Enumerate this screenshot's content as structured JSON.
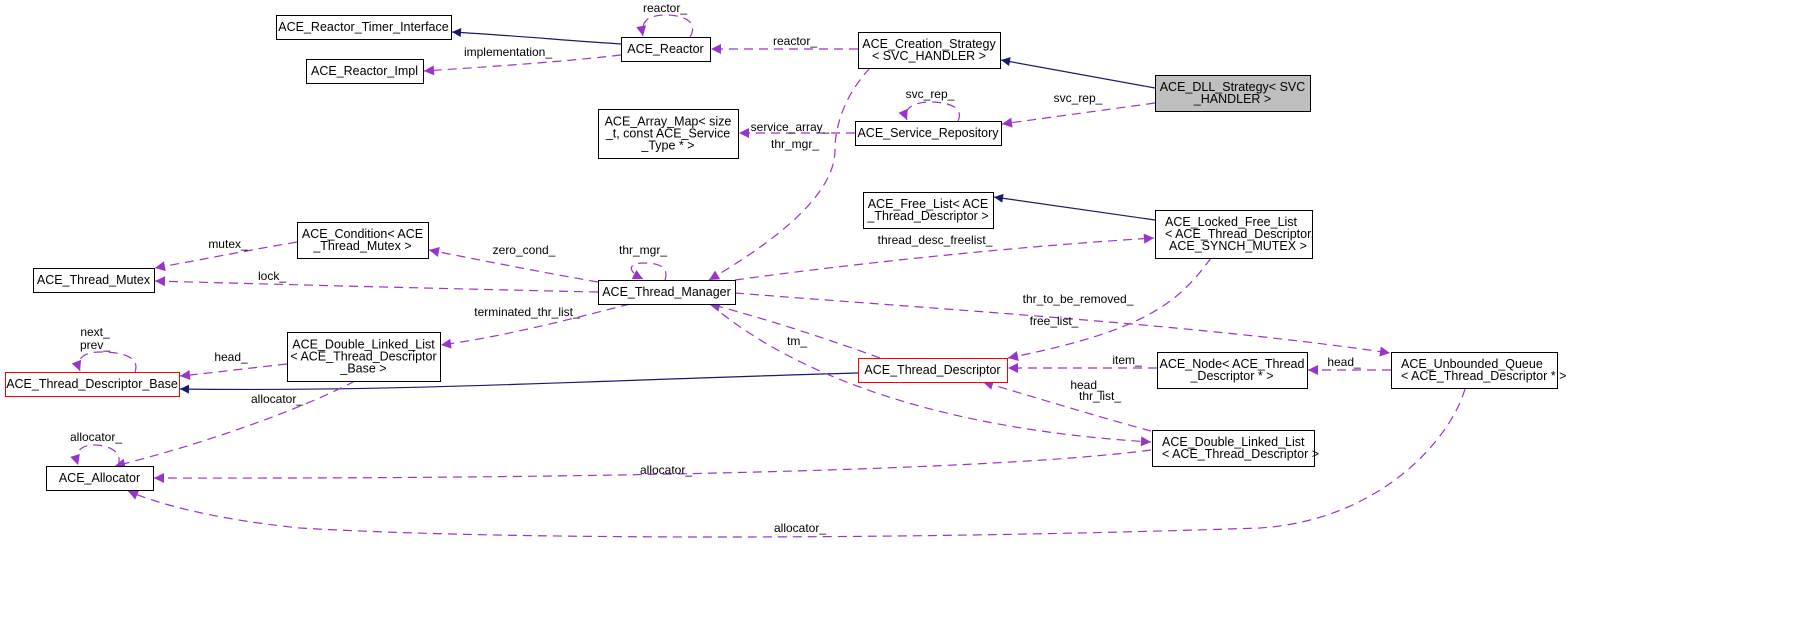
{
  "diagram": {
    "type": "collaboration-graph",
    "colors": {
      "inheritance_edge": "#191970",
      "usage_edge": "#9a32cd",
      "node_border": "#000000",
      "truncated_node_border": "#ff0000",
      "focus_node_fill": "#bfbfbf"
    },
    "nodes": [
      {
        "id": "timer_iface",
        "lines": [
          "ACE_Reactor_Timer_Interface"
        ]
      },
      {
        "id": "reactor_impl",
        "lines": [
          "ACE_Reactor_Impl"
        ]
      },
      {
        "id": "reactor",
        "lines": [
          "ACE_Reactor"
        ]
      },
      {
        "id": "creation_strategy",
        "lines": [
          "ACE_Creation_Strategy",
          "< SVC_HANDLER >"
        ]
      },
      {
        "id": "dll_strategy",
        "lines": [
          "ACE_DLL_Strategy< SVC",
          "_HANDLER >"
        ],
        "focus": true
      },
      {
        "id": "array_map",
        "lines": [
          "ACE_Array_Map< size",
          "_t, const ACE_Service",
          "_Type * >"
        ]
      },
      {
        "id": "service_repo",
        "lines": [
          "ACE_Service_Repository"
        ]
      },
      {
        "id": "free_list",
        "lines": [
          "ACE_Free_List< ACE",
          "_Thread_Descriptor >"
        ]
      },
      {
        "id": "locked_free_list",
        "lines": [
          "ACE_Locked_Free_List",
          "< ACE_Thread_Descriptor,",
          "ACE_SYNCH_MUTEX >"
        ]
      },
      {
        "id": "condition",
        "lines": [
          "ACE_Condition< ACE",
          "_Thread_Mutex >"
        ]
      },
      {
        "id": "thread_mutex",
        "lines": [
          "ACE_Thread_Mutex"
        ]
      },
      {
        "id": "thread_manager",
        "lines": [
          "ACE_Thread_Manager"
        ]
      },
      {
        "id": "dll_base",
        "lines": [
          "ACE_Double_Linked_List",
          "< ACE_Thread_Descriptor",
          "_Base >"
        ]
      },
      {
        "id": "td_base",
        "lines": [
          "ACE_Thread_Descriptor_Base"
        ],
        "truncated": true
      },
      {
        "id": "thread_descriptor",
        "lines": [
          "ACE_Thread_Descriptor"
        ],
        "truncated": true
      },
      {
        "id": "node_td",
        "lines": [
          "ACE_Node< ACE_Thread",
          "_Descriptor * >"
        ]
      },
      {
        "id": "unbounded_queue",
        "lines": [
          "ACE_Unbounded_Queue",
          "< ACE_Thread_Descriptor * >"
        ]
      },
      {
        "id": "dll_td",
        "lines": [
          "ACE_Double_Linked_List",
          "< ACE_Thread_Descriptor >"
        ]
      },
      {
        "id": "allocator",
        "lines": [
          "ACE_Allocator"
        ]
      }
    ],
    "edges": [
      {
        "from": "reactor",
        "to": "timer_iface",
        "kind": "inherit",
        "label": ""
      },
      {
        "from": "reactor",
        "to": "reactor_impl",
        "kind": "usage",
        "label": "implementation_"
      },
      {
        "from": "reactor",
        "to": "reactor",
        "kind": "usage",
        "label": "reactor_"
      },
      {
        "from": "creation_strategy",
        "to": "reactor",
        "kind": "usage",
        "label": "reactor_"
      },
      {
        "from": "dll_strategy",
        "to": "creation_strategy",
        "kind": "inherit",
        "label": ""
      },
      {
        "from": "dll_strategy",
        "to": "service_repo",
        "kind": "usage",
        "label": "svc_rep_"
      },
      {
        "from": "service_repo",
        "to": "service_repo",
        "kind": "usage",
        "label": "svc_rep_"
      },
      {
        "from": "service_repo",
        "to": "array_map",
        "kind": "usage",
        "label": "service_array_"
      },
      {
        "from": "creation_strategy",
        "to": "thread_manager",
        "kind": "usage",
        "label": "thr_mgr_"
      },
      {
        "from": "locked_free_list",
        "to": "free_list",
        "kind": "inherit",
        "label": ""
      },
      {
        "from": "thread_manager",
        "to": "locked_free_list",
        "kind": "usage",
        "label": "thread_desc_freelist_"
      },
      {
        "from": "condition",
        "to": "thread_mutex",
        "kind": "usage",
        "label": "mutex_"
      },
      {
        "from": "thread_manager",
        "to": "condition",
        "kind": "usage",
        "label": "zero_cond_"
      },
      {
        "from": "thread_manager",
        "to": "thread_mutex",
        "kind": "usage",
        "label": "lock_"
      },
      {
        "from": "thread_manager",
        "to": "thread_manager",
        "kind": "usage",
        "label": "thr_mgr_"
      },
      {
        "from": "thread_manager",
        "to": "dll_base",
        "kind": "usage",
        "label": "terminated_thr_list_"
      },
      {
        "from": "thread_manager",
        "to": "unbounded_queue",
        "kind": "usage",
        "label": "thr_to_be_removed_"
      },
      {
        "from": "locked_free_list",
        "to": "thread_descriptor",
        "kind": "usage",
        "label": "free_list_"
      },
      {
        "from": "thread_descriptor",
        "to": "thread_manager",
        "kind": "usage",
        "label": "tm_"
      },
      {
        "from": "dll_base",
        "to": "td_base",
        "kind": "usage",
        "label": "head_"
      },
      {
        "from": "td_base",
        "to": "td_base",
        "kind": "usage",
        "label": "next_\nprev_"
      },
      {
        "from": "thread_descriptor",
        "to": "td_base",
        "kind": "inherit",
        "label": ""
      },
      {
        "from": "node_td",
        "to": "thread_descriptor",
        "kind": "usage",
        "label": "item_"
      },
      {
        "from": "unbounded_queue",
        "to": "node_td",
        "kind": "usage",
        "label": "head_"
      },
      {
        "from": "dll_base",
        "to": "allocator",
        "kind": "usage",
        "label": "allocator_"
      },
      {
        "from": "allocator",
        "to": "allocator",
        "kind": "usage",
        "label": "allocator_"
      },
      {
        "from": "thread_manager",
        "to": "dll_td",
        "kind": "usage",
        "label": "thr_list_"
      },
      {
        "from": "dll_td",
        "to": "thread_descriptor",
        "kind": "usage",
        "label": "head_"
      },
      {
        "from": "dll_td",
        "to": "allocator",
        "kind": "usage",
        "label": "allocator_"
      },
      {
        "from": "unbounded_queue",
        "to": "allocator",
        "kind": "usage",
        "label": "allocator_"
      }
    ]
  }
}
